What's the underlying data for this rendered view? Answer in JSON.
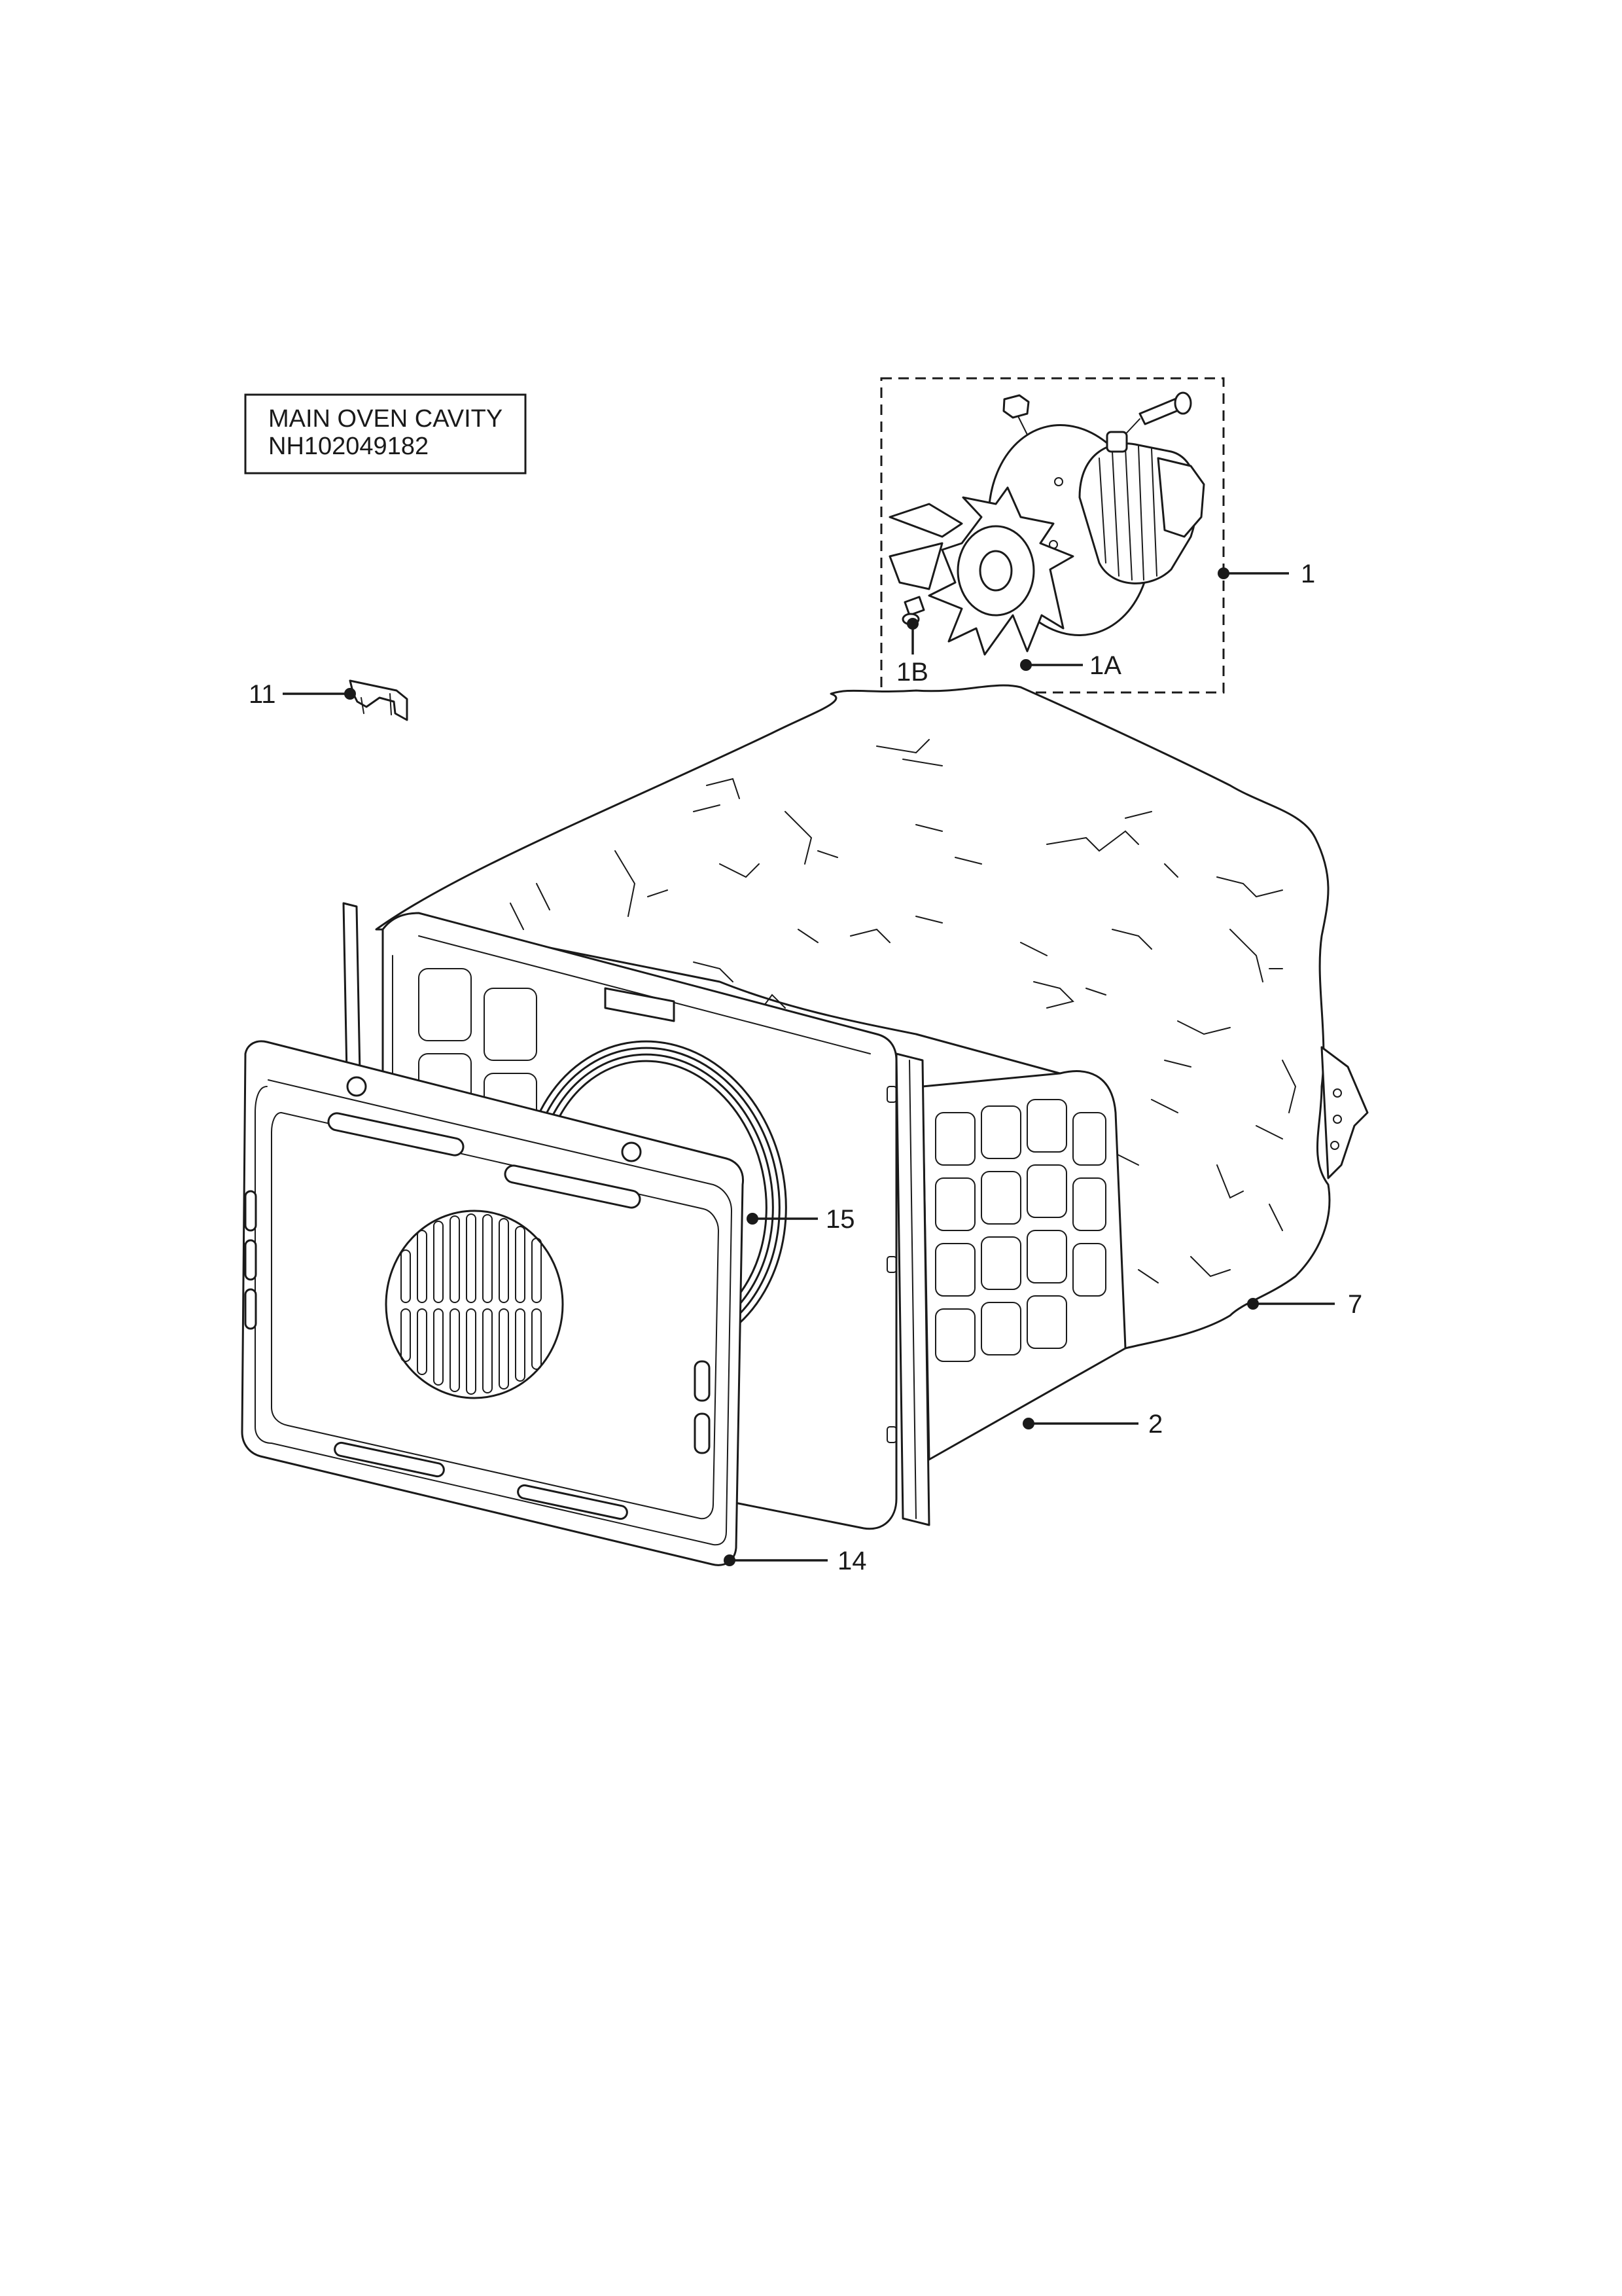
{
  "title_box": {
    "line1": "MAIN OVEN CAVITY",
    "line2": "NH102049182"
  },
  "callouts": [
    {
      "id": "1",
      "label": "1",
      "part": "fan-motor-assembly"
    },
    {
      "id": "1A",
      "label": "1A",
      "part": "fan-blade"
    },
    {
      "id": "1B",
      "label": "1B",
      "part": "fan-nut"
    },
    {
      "id": "11",
      "label": "11",
      "part": "bracket"
    },
    {
      "id": "15",
      "label": "15",
      "part": "fan-element"
    },
    {
      "id": "7",
      "label": "7",
      "part": "insulation"
    },
    {
      "id": "2",
      "label": "2",
      "part": "oven-cavity"
    },
    {
      "id": "14",
      "label": "14",
      "part": "back-panel"
    }
  ]
}
